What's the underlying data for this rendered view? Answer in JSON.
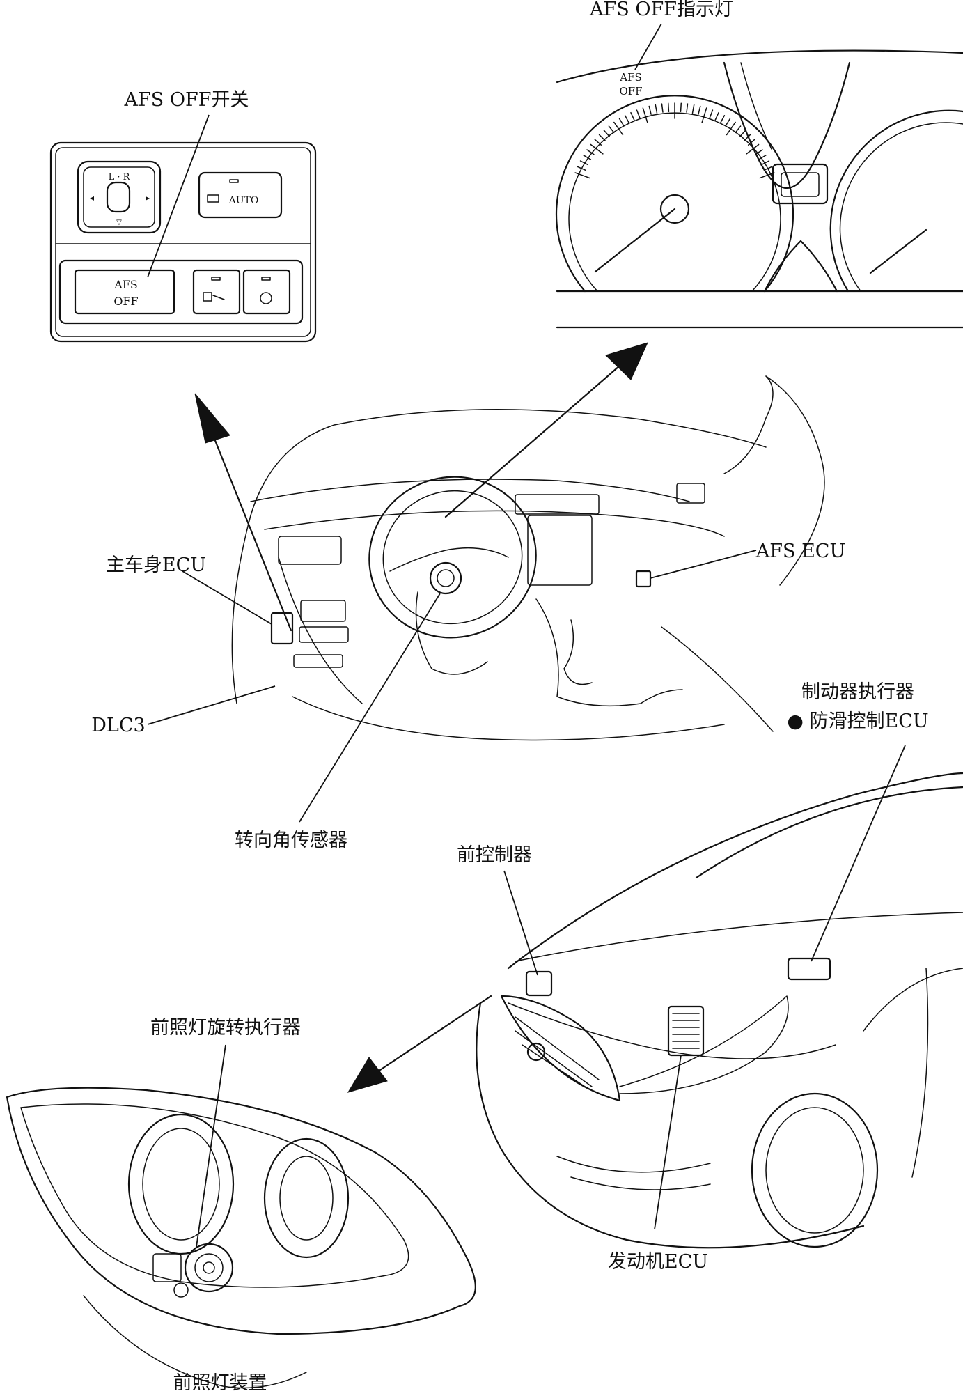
{
  "labels": {
    "afs_off_switch": "AFS OFF开关",
    "afs_off_indicator": "AFS OFF指示灯",
    "main_body_ecu": "主车身ECU",
    "afs_ecu": "AFS ECU",
    "dlc3": "DLC3",
    "steering_angle_sensor": "转向角传感器",
    "brake_actuator": "制动器执行器",
    "skid_control_ecu": "● 防滑控制ECU",
    "front_controller": "前控制器",
    "headlight_swivel_actuator": "前照灯旋转执行器",
    "engine_ecu": "发动机ECU",
    "headlight_assembly": "前照灯装置"
  },
  "switch_panel": {
    "afs_button_line1": "AFS",
    "afs_button_line2": "OFF",
    "mirror_label": "L · R",
    "auto_label": "AUTO"
  },
  "meter": {
    "indicator_line1": "AFS",
    "indicator_line2": "OFF"
  }
}
